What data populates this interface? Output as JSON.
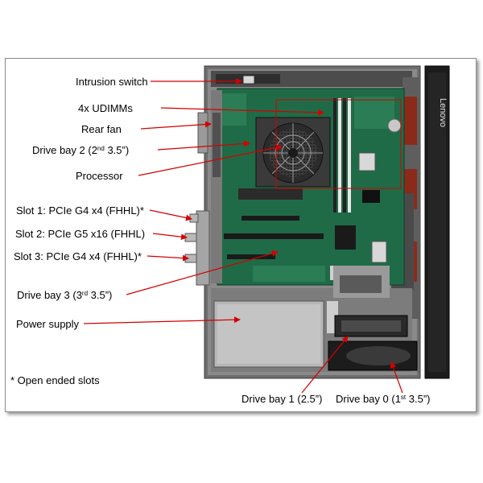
{
  "brand": "Lenovo",
  "footnote": "* Open ended slots",
  "labels": {
    "intrusion_switch": "Intrusion switch",
    "udimms": "4x UDIMMs",
    "rear_fan": "Rear fan",
    "drive_bay_2": {
      "pre": "Drive bay 2 (2",
      "sup": "nd",
      "post": " 3.5”)"
    },
    "processor": "Processor",
    "slot_1": "Slot 1: PCIe G4 x4 (FHHL)*",
    "slot_2": "Slot 2: PCIe G5 x16 (FHHL)",
    "slot_3": "Slot 3: PCIe G4 x4 (FHHL)*",
    "drive_bay_3": {
      "pre": "Drive bay 3 (3",
      "sup": "rd",
      "post": " 3.5”)"
    },
    "power_supply": "Power supply",
    "drive_bay_1": "Drive bay 1 (2.5”)",
    "drive_bay_0": {
      "pre": "Drive bay 0 (1",
      "sup": "st",
      "post": " 3.5”)"
    }
  },
  "colors": {
    "callout": "#d40000",
    "chassis": "#5a5a5a",
    "board": "#1f6b47",
    "front_bezel": "#1c1c1c"
  }
}
